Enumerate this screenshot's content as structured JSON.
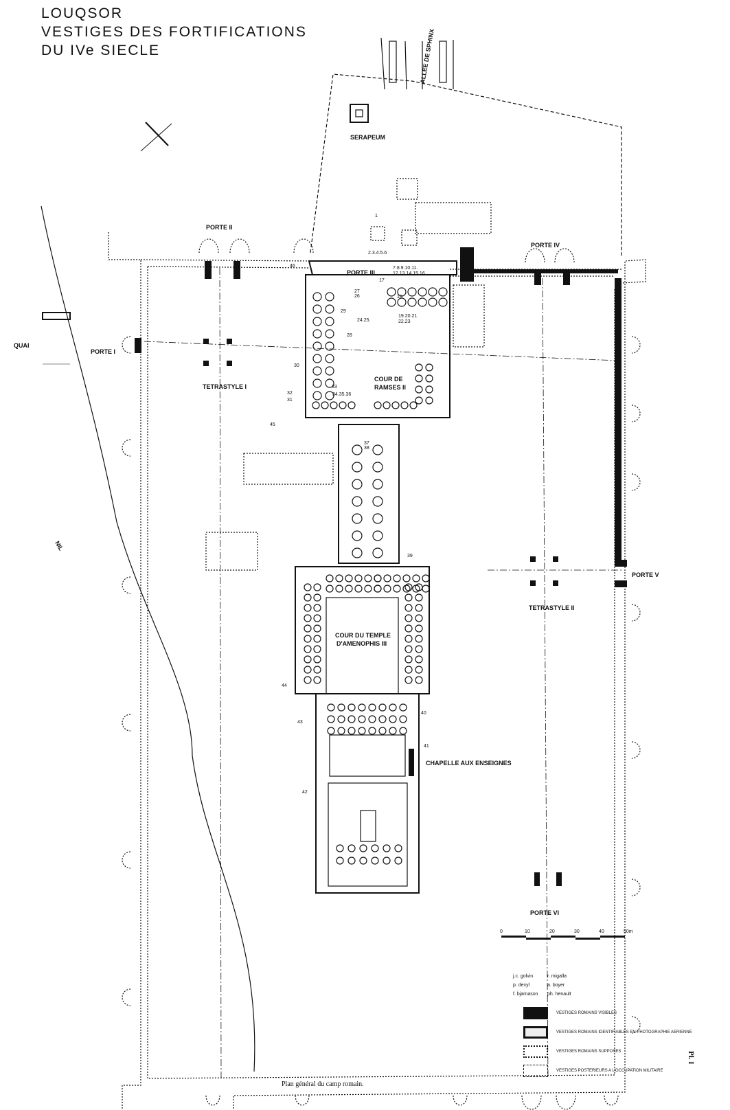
{
  "title": {
    "line1": "LOUQSOR",
    "line2": "VESTIGES DES FORTIFICATIONS",
    "line3": "DU IVe SIECLE"
  },
  "labels": {
    "allee": "ALLEE DE SPHINX",
    "serapeum": "SERAPEUM",
    "porte1": "PORTE I",
    "porte2": "PORTE II",
    "porte3": "PORTE III",
    "porte4": "PORTE IV",
    "porte5": "PORTE V",
    "porte6": "PORTE VI",
    "quai": "QUAI",
    "nil": "NIL",
    "tetra1": "TETRASTYLE I",
    "tetra2": "TETRASTYLE II",
    "cour_ramses_1": "COUR DE",
    "cour_ramses_2": "RAMSES II",
    "cour_amen_1": "COUR DU TEMPLE",
    "cour_amen_2": "D'AMENOPHIS III",
    "chapelle": "CHAPELLE AUX ENSEIGNES"
  },
  "numbers": [
    "1",
    "2.3.4.5.6",
    "7.8.9.10.11.",
    "12.13.14.15.16",
    "17",
    "18",
    "19.20.21",
    "22.23",
    "24.25.",
    "26",
    "27",
    "28",
    "29",
    "30",
    "31",
    "32",
    "33",
    "34.35.36",
    "37",
    "38",
    "39",
    "40",
    "41",
    "42",
    "43",
    "44",
    "45",
    "46"
  ],
  "scale": {
    "ticks": [
      "0",
      "10",
      "20",
      "30",
      "40",
      "50m"
    ]
  },
  "credits": [
    [
      "j.c. golvin",
      "r. migalla"
    ],
    [
      "p. dexyl",
      "a. boyer"
    ],
    [
      "f. bjarnason",
      "ph. henault"
    ]
  ],
  "legend": [
    {
      "label": "VESTIGES ROMAINS VISIBLES",
      "style": "solid-black"
    },
    {
      "label": "VESTIGES ROMAINS IDENTIFIABLES EN PHOTOGRAPHIE AERIENNE",
      "style": "thick-outline"
    },
    {
      "label": "VESTIGES ROMAINS SUPPOSES",
      "style": "dotted"
    },
    {
      "label": "VESTIGES POSTERIEURS A L'OCCUPATION MILITAIRE",
      "style": "dashed"
    }
  ],
  "caption": "Plan général du camp romain.",
  "plate": "Pl. I",
  "colors": {
    "ink": "#111111",
    "paper": "#ffffff"
  }
}
